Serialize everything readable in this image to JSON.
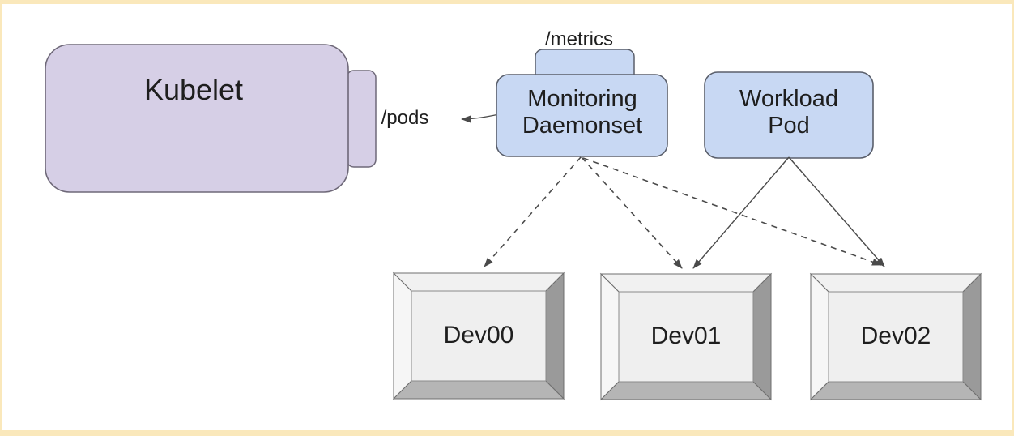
{
  "diagram": {
    "frame_color": "#fae8bb",
    "background_color": "#ffffff",
    "nodes": {
      "kubelet": {
        "label": "Kubelet",
        "fill": "#d6cfe6",
        "border": "#6e6878"
      },
      "monitoring_daemonset": {
        "lines": [
          "Monitoring",
          "Daemonset"
        ],
        "fill": "#c8d8f3",
        "border": "#5a5f6b"
      },
      "workload_pod": {
        "lines": [
          "Workload",
          "Pod"
        ],
        "fill": "#c8d8f3",
        "border": "#5a5f6b"
      },
      "metrics_endpoint": {
        "label": "/metrics"
      },
      "pods_endpoint": {
        "label": "/pods"
      }
    },
    "devices": [
      {
        "label": "Dev00"
      },
      {
        "label": "Dev01"
      },
      {
        "label": "Dev02"
      }
    ],
    "edges": [
      {
        "from": "monitoring_daemonset",
        "to": "pods_endpoint",
        "style": "solid-arrow"
      },
      {
        "from": "monitoring_daemonset",
        "to": "dev00",
        "style": "dashed-arrow"
      },
      {
        "from": "monitoring_daemonset",
        "to": "dev01",
        "style": "dashed-arrow"
      },
      {
        "from": "monitoring_daemonset",
        "to": "dev02",
        "style": "dashed-arrow"
      },
      {
        "from": "workload_pod",
        "to": "dev01",
        "style": "solid-arrow"
      },
      {
        "from": "workload_pod",
        "to": "dev02",
        "style": "solid-arrow"
      }
    ],
    "colors": {
      "edge_line": "#4a4a4a",
      "text": "#1e1e1e",
      "device_top_face": "#f1f1f1",
      "device_left_face": "#f6f6f6",
      "device_right_face": "#9a9a9a",
      "device_bottom_face": "#b5b5b5",
      "device_screen": "#efefef",
      "device_edge": "#6f6f6f"
    }
  }
}
